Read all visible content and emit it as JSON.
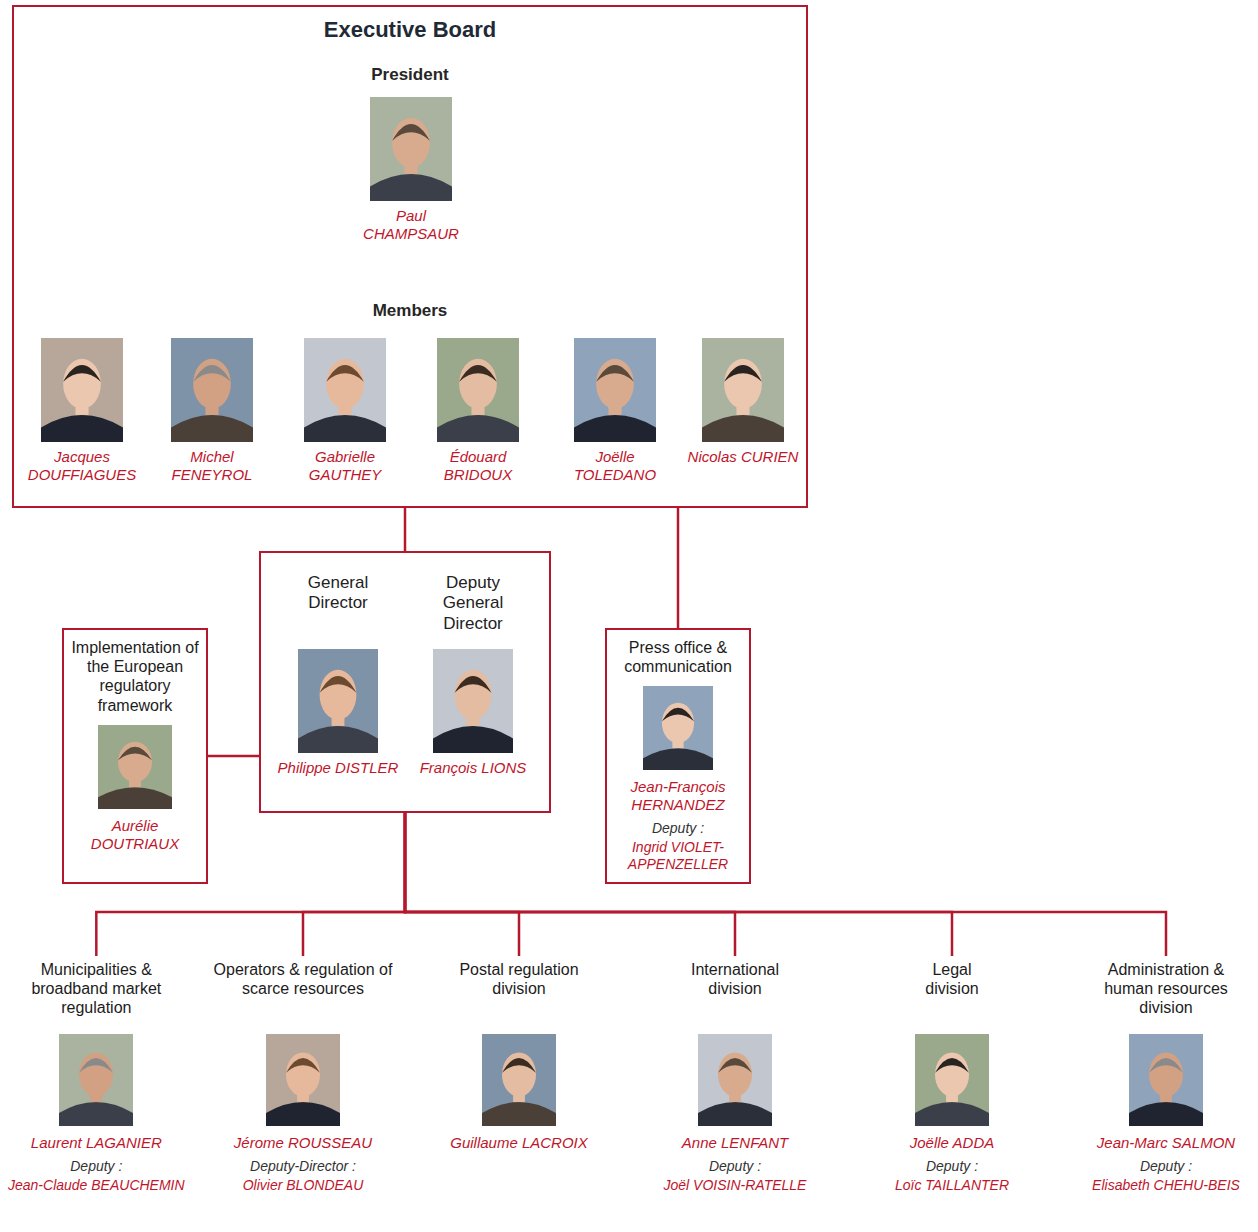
{
  "diagram": {
    "nodes": [
      {
        "text": [
          "Executive Board",
          "President",
          "Members"
        ]
      },
      {
        "text": [
          "Paul CHAMPSAUR"
        ],
        "in": 0
      },
      {
        "text": [
          "Jacques DOUFFIAGUES"
        ],
        "in": 0
      },
      {
        "text": [
          "Michel FENEYROL"
        ],
        "in": 0
      },
      {
        "text": [
          "Gabrielle GAUTHEY"
        ],
        "in": 0
      },
      {
        "text": [
          "Édouard BRIDOUX"
        ],
        "in": 0
      },
      {
        "text": [
          "Joëlle TOLEDANO"
        ],
        "in": 0
      },
      {
        "text": [
          "Nicolas CURIEN"
        ],
        "in": 0
      },
      {
        "text": [
          "General Director",
          "Deputy General Director"
        ]
      },
      {
        "text": [
          "Philippe DISTLER"
        ],
        "in": 8
      },
      {
        "text": [
          "François LIONS"
        ],
        "in": 8
      },
      {
        "text": [
          "Implementation of the European regulatory framework",
          "Aurélie DOUTRIAUX"
        ]
      },
      {
        "text": [
          "Press office & communication",
          "Jean-François HERNANDEZ",
          "Deputy :",
          "Ingrid VIOLET-APPENZELLER"
        ]
      },
      {
        "text": [
          "Municipalities & broadband market regulation",
          "Laurent LAGANIER",
          "Deputy :",
          "Jean-Claude BEAUCHEMIN"
        ]
      },
      {
        "text": [
          "Operators & regulation of scarce resources",
          "Jérome ROUSSEAU",
          "Deputy-Director :",
          "Olivier BLONDEAU"
        ]
      },
      {
        "text": [
          "Postal regulation division",
          "Guillaume LACROIX"
        ]
      },
      {
        "text": [
          "International division",
          "Anne LENFANT",
          "Deputy :",
          "Joël VOISIN-RATELLE"
        ]
      },
      {
        "text": [
          "Legal division",
          "Joëlle ADDA",
          "Deputy :",
          "Loïc TAILLANTER"
        ]
      },
      {
        "text": [
          "Administration & human resources division",
          "Jean-Marc SALMON",
          "Deputy :",
          "Elisabeth CHEHU-BEIS"
        ]
      }
    ],
    "edges": [
      {
        "from": 0,
        "to": 8,
        "arrow": "none"
      },
      {
        "from": 0,
        "to": 12,
        "arrow": "none"
      },
      {
        "from": 8,
        "to": 11,
        "arrow": "none"
      },
      {
        "from": 8,
        "to": 13,
        "arrow": "none"
      },
      {
        "from": 8,
        "to": 14,
        "arrow": "none"
      },
      {
        "from": 8,
        "to": 15,
        "arrow": "none"
      },
      {
        "from": 8,
        "to": 16,
        "arrow": "none"
      },
      {
        "from": 8,
        "to": 17,
        "arrow": "none"
      },
      {
        "from": 8,
        "to": 18,
        "arrow": "none"
      }
    ]
  }
}
